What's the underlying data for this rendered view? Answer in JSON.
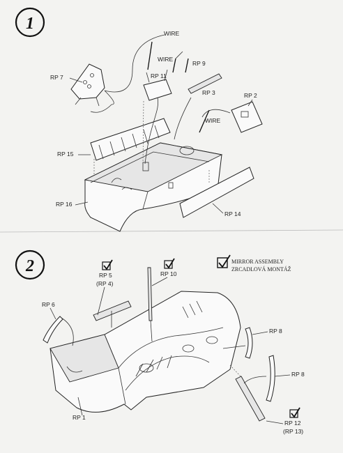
{
  "steps": [
    "1",
    "2"
  ],
  "step1_labels": {
    "wire_a": "WIRE",
    "wire_b": "WIRE",
    "rp9": "RP 9",
    "rp11": "RP 11",
    "rp7": "RP 7",
    "rp3": "RP 3",
    "rp2": "RP 2",
    "wire_c": "WIRE",
    "rp15": "RP 15",
    "rp16": "RP 16",
    "rp14": "RP 14"
  },
  "step2_labels": {
    "rp5": "RP 5",
    "rp5_alt": "(RP 4)",
    "rp10": "RP 10",
    "rp6": "RP 6",
    "rp8_a": "RP 8",
    "rp8_b": "RP 8",
    "rp1": "RP 1",
    "rp12": "RP 12",
    "rp12_alt": "(RP 13)"
  },
  "legend": {
    "line1": "MIRROR  ASSEMBLY",
    "line2": "ZRCADLOVÁ  MONTÁŽ"
  }
}
